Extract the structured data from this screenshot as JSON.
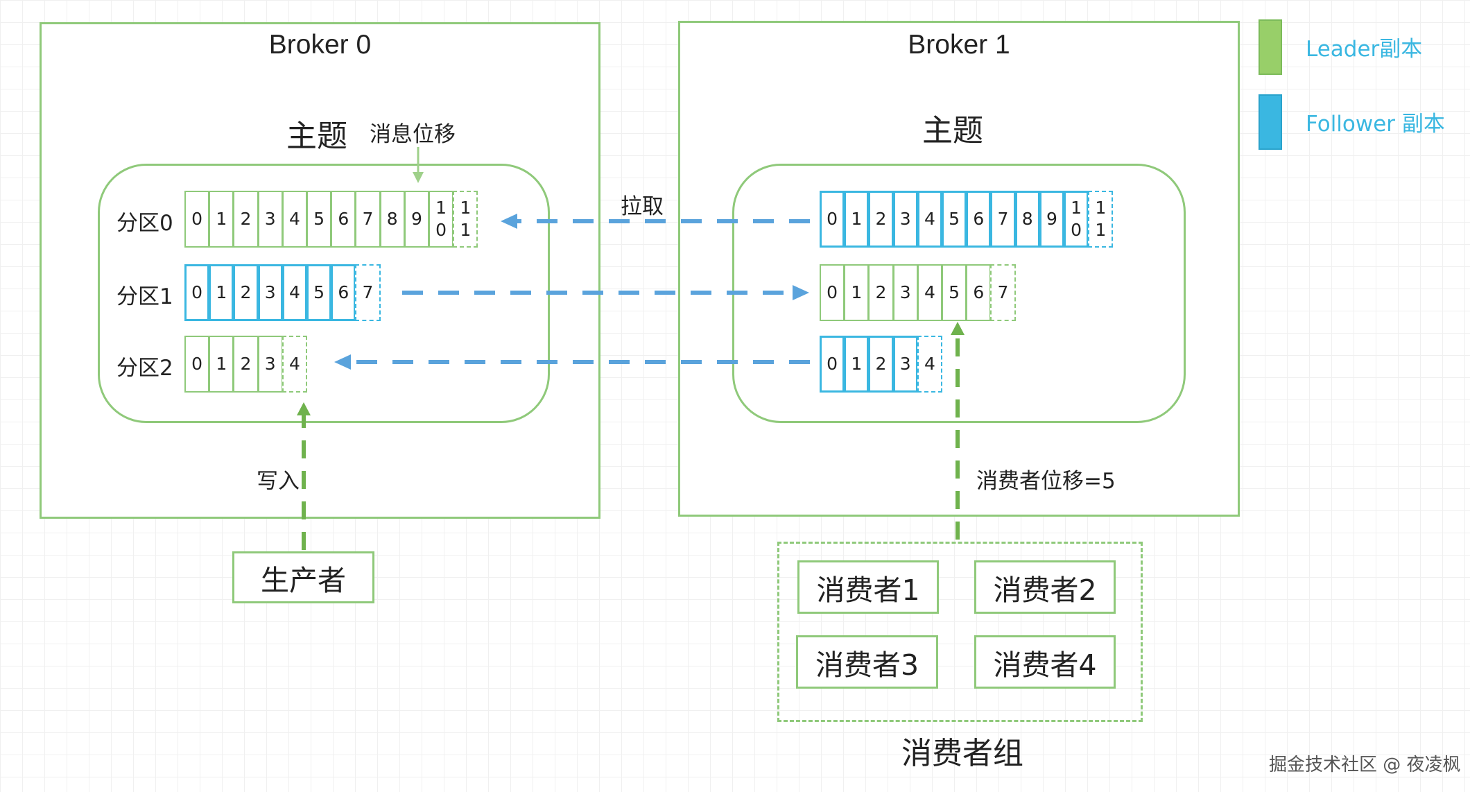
{
  "broker0": {
    "title": "Broker 0",
    "topic": "主题",
    "offset_label": "消息位移",
    "partitions": [
      {
        "label": "分区0",
        "cells": [
          "0",
          "1",
          "2",
          "3",
          "4",
          "5",
          "6",
          "7",
          "8",
          "9",
          "1\n0",
          "1\n1"
        ]
      },
      {
        "label": "分区1",
        "cells": [
          "0",
          "1",
          "2",
          "3",
          "4",
          "5",
          "6",
          "7"
        ]
      },
      {
        "label": "分区2",
        "cells": [
          "0",
          "1",
          "2",
          "3",
          "4"
        ]
      }
    ]
  },
  "broker1": {
    "title": "Broker 1",
    "topic": "主题",
    "partitions": [
      {
        "cells": [
          "0",
          "1",
          "2",
          "3",
          "4",
          "5",
          "6",
          "7",
          "8",
          "9",
          "1\n0",
          "1\n1"
        ]
      },
      {
        "cells": [
          "0",
          "1",
          "2",
          "3",
          "4",
          "5",
          "6",
          "7"
        ]
      },
      {
        "cells": [
          "0",
          "1",
          "2",
          "3",
          "4"
        ]
      }
    ]
  },
  "pull_label": "拉取",
  "write_label": "写入",
  "consumer_offset_label": "消费者位移=5",
  "producer": "生产者",
  "consumers": [
    "消费者1",
    "消费者2",
    "消费者3",
    "消费者4"
  ],
  "consumer_group_label": "消费者组",
  "legend": {
    "leader": "Leader副本",
    "follower": "Follower 副本",
    "leader_color": "#8fc97a",
    "follower_color": "#3ab7e1"
  },
  "watermark": "掘金技术社区 @ 夜凌枫"
}
